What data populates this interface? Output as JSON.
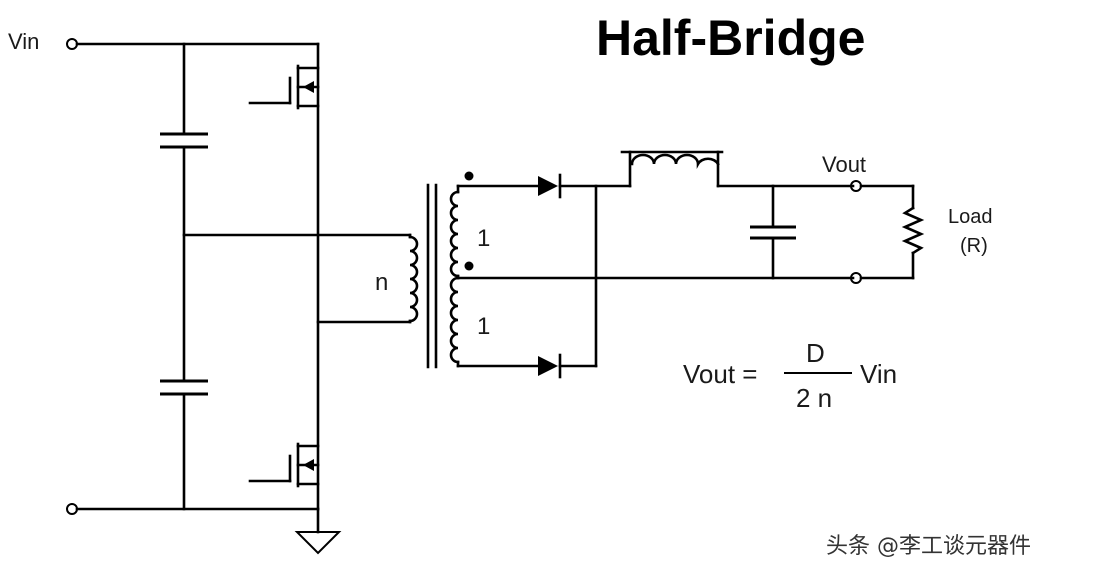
{
  "title": "Half-Bridge",
  "labels": {
    "vin": "Vin",
    "vout": "Vout",
    "primary_turns": "n",
    "secondary_top_turns": "1",
    "secondary_bottom_turns": "1",
    "load_line1": "Load",
    "load_line2": "(R)"
  },
  "equation": {
    "lhs": "Vout =",
    "numerator": "D",
    "denominator": "2 n",
    "rhs": "Vin"
  },
  "watermark": "头条 @李工谈元器件"
}
